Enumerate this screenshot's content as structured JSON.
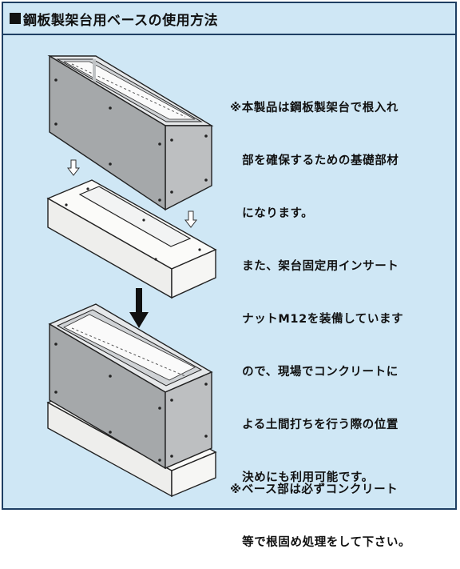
{
  "title": "鋼板製架台用ベースの使用方法",
  "note_top": {
    "lines": [
      "※本製品は鋼板製架台で根入れ",
      "　部を確保するための基礎部材",
      "　になります。",
      "　また、架台固定用インサート",
      "　ナットM12を装備しています",
      "　ので、現場でコンクリートに",
      "　よる土間打ちを行う際の位置",
      "　決めにも利用可能です。"
    ]
  },
  "note_bottom": {
    "lines": [
      "※ベース部は必ずコンクリート",
      "　等で根固め処理をして下さい。"
    ]
  },
  "colors": {
    "panel_bg": "#cfe7f5",
    "border": "#1f3f63",
    "steel": "#a9abad",
    "base": "#f4f4f2"
  }
}
